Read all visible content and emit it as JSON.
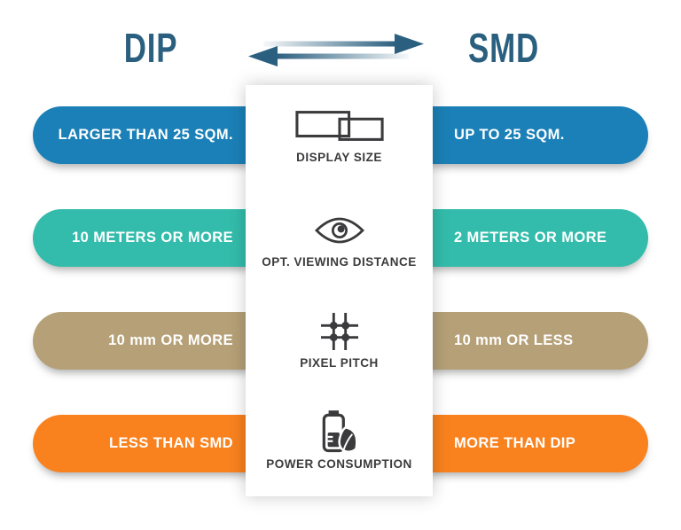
{
  "title": {
    "left": "DIP",
    "right": "SMD"
  },
  "arrow": {
    "name": "bidirectional-comparison-arrow",
    "color": "#2b5f7f"
  },
  "rows": [
    {
      "metric": "DISPLAY SIZE",
      "icon": "display-size-icon",
      "left": "LARGER THAN 25 SQM.",
      "right": "UP TO 25 SQM.",
      "color": "#1b80b7"
    },
    {
      "metric": "OPT. VIEWING DISTANCE",
      "icon": "eye-icon",
      "left": "10 METERS OR MORE",
      "right": "2 METERS OR MORE",
      "color": "#33bcab"
    },
    {
      "metric": "PIXEL PITCH",
      "icon": "pixel-grid-icon",
      "left": "10 mm OR MORE",
      "right": "10 mm OR LESS",
      "color": "#b5a077"
    },
    {
      "metric": "POWER CONSUMPTION",
      "icon": "battery-leaf-icon",
      "left": "LESS THAN SMD",
      "right": "MORE THAN DIP",
      "color": "#f9821f"
    }
  ],
  "colors": {
    "background": "#ffffff",
    "header_text": "#2b5f7f",
    "pill_text": "#ffffff",
    "icon": "#3b3b3d",
    "row_display_size": "#1b80b7",
    "row_viewing_distance": "#33bcab",
    "row_pixel_pitch": "#b5a077",
    "row_power_consumption": "#f9821f"
  }
}
